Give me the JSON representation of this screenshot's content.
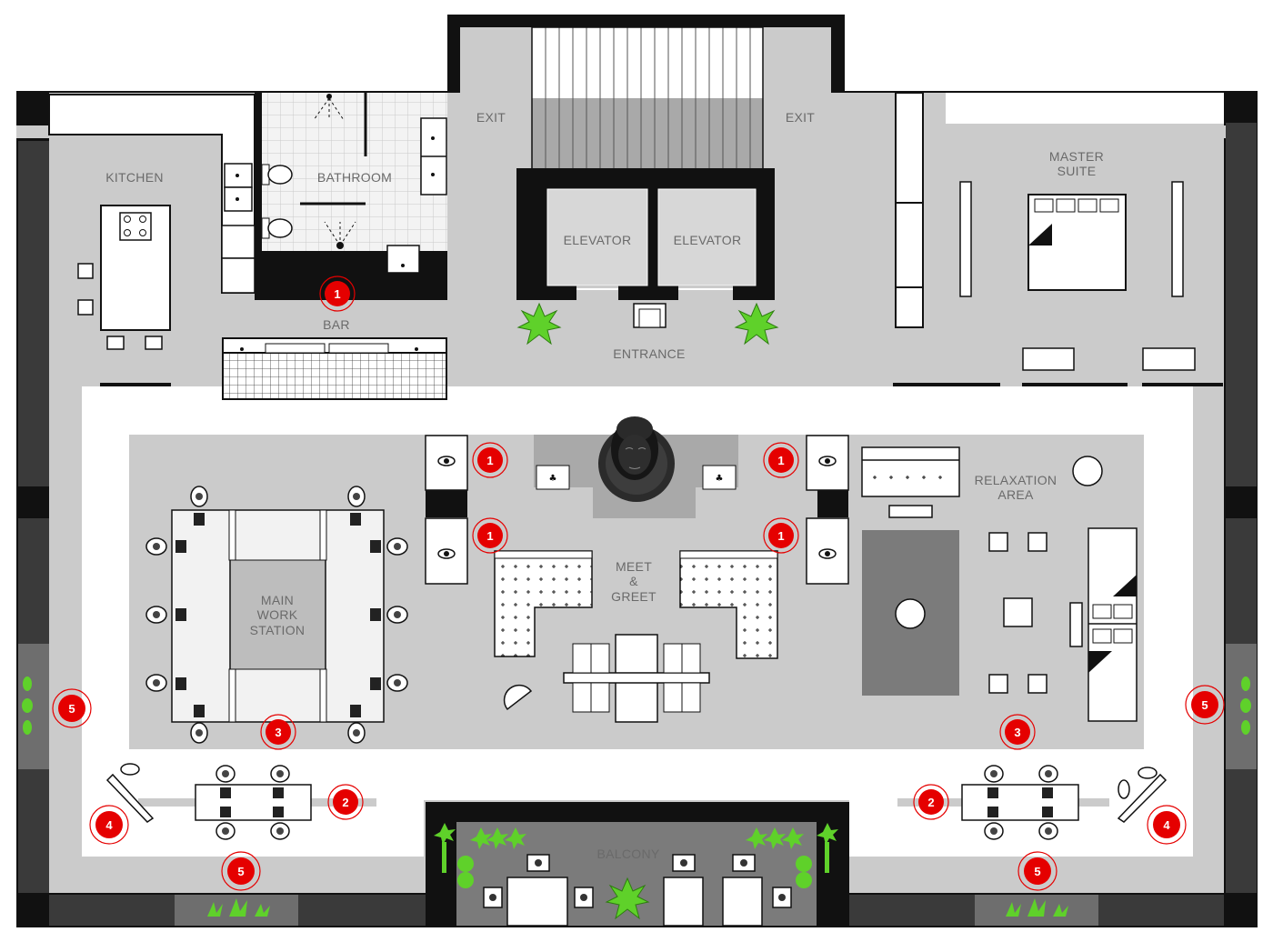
{
  "rooms": {
    "kitchen": "KITCHEN",
    "bathroom": "BATHROOM",
    "bar": "BAR",
    "exit_left": "EXIT",
    "exit_right": "EXIT",
    "elevator_left": "ELEVATOR",
    "elevator_right": "ELEVATOR",
    "entrance": "ENTRANCE",
    "master_suite_1": "MASTER",
    "master_suite_2": "SUITE",
    "main_work_1": "MAIN",
    "main_work_2": "WORK",
    "main_work_3": "STATION",
    "meet_1": "MEET",
    "meet_2": "&",
    "meet_3": "GREET",
    "relax_1": "RELAXATION",
    "relax_2": "AREA",
    "balcony": "BALCONY"
  },
  "markers": {
    "bar": "1",
    "buddha_left_top": "1",
    "buddha_right_top": "1",
    "buddha_left_bottom": "1",
    "buddha_right_bottom": "1",
    "desk_left": "2",
    "desk_right": "2",
    "work_bottom": "3",
    "relax_bottom": "3",
    "lounge_left": "4",
    "lounge_right": "4",
    "wall_left": "5",
    "wall_right": "5",
    "planter_left": "5",
    "planter_right": "5"
  },
  "colors": {
    "wall": "#111111",
    "floor": "#cbcbcb",
    "zone": "#bdbdbd",
    "marker": "#e50000",
    "plant": "#5fd12a"
  }
}
